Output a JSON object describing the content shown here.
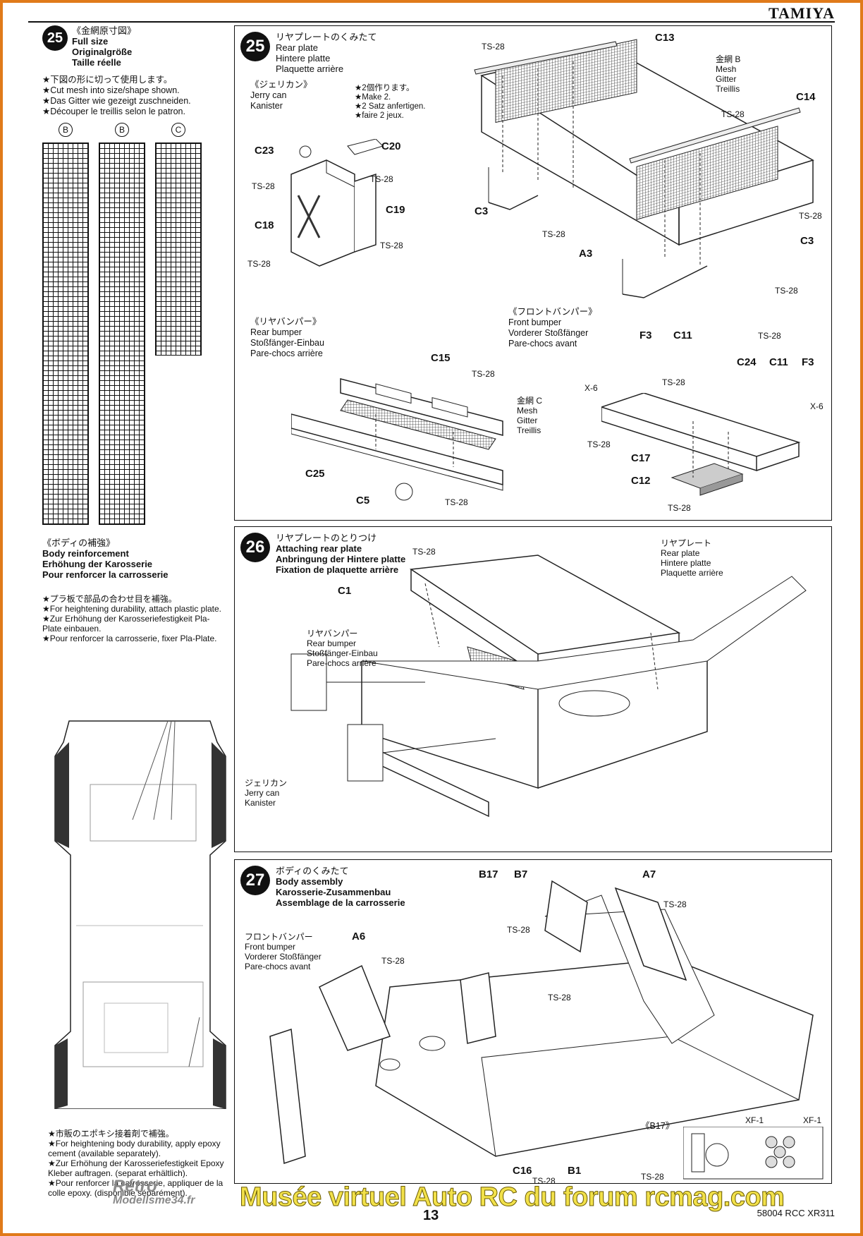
{
  "brand": "TAMIYA",
  "page_number": "13",
  "model_code": "58004 RCC XR311",
  "watermark": {
    "site_top": "Rétro",
    "site_bottom": "Modelisme34.fr",
    "url_text": "Musée virtuel Auto RC du forum rcmag.com"
  },
  "left_col": {
    "step": "25",
    "titles": [
      "《金網原寸図》",
      "Full size",
      "Originalgröße",
      "Taille réelle"
    ],
    "notes": [
      "★下図の形に切って使用します。",
      "★Cut mesh into size/shape shown.",
      "★Das Gitter wie gezeigt zuschneiden.",
      "★Découper le treillis selon le patron."
    ],
    "mesh_letters": [
      "B",
      "B",
      "C"
    ],
    "body_title": [
      "《ボディの補強》",
      "Body reinforcement",
      "Erhöhung der Karosserie",
      "Pour renforcer la carrosserie"
    ],
    "body_notes": [
      "★プラ板で部品の合わせ目を補強。",
      "★For heightening durability, attach plastic plate.",
      "★Zur Erhöhung der Karosseriefestigkeit Pla-Plate einbauen.",
      "★Pour renforcer la carrosserie, fixer Pla-Plate."
    ],
    "epoxy_notes": [
      "★市販のエポキシ接着剤で補強。",
      "★For heightening body durability, apply epoxy cement (available separately).",
      "★Zur Erhöhung der Karosseriefestigkeit Epoxy Kleber auftragen. (separat erhältlich).",
      "★Pour renforcer la carrosserie, appliquer de la colle epoxy. (disponible séparément)."
    ]
  },
  "step25": {
    "step": "25",
    "titles": [
      "リヤプレートのくみたて",
      "Rear plate",
      "Hintere platte",
      "Plaquette arrière"
    ],
    "jerry_title": [
      "《ジェリカン》",
      "Jerry can",
      "Kanister"
    ],
    "make_note": [
      "★2個作ります。",
      "★Make 2.",
      "★2 Satz anfertigen.",
      "★faire 2 jeux."
    ],
    "rear_bumper_title": [
      "《リヤバンパー》",
      "Rear bumper",
      "Stoßfänger-Einbau",
      "Pare-chocs arrière"
    ],
    "front_bumper_title": [
      "《フロントバンパー》",
      "Front bumper",
      "Vorderer Stoßfänger",
      "Pare-chocs avant"
    ],
    "mesh_b": [
      "金網 B",
      "Mesh",
      "Gitter",
      "Treillis"
    ],
    "mesh_c": [
      "金網 C",
      "Mesh",
      "Gitter",
      "Treillis"
    ],
    "parts": {
      "c13": "C13",
      "c14": "C14",
      "c3a": "C3",
      "c3b": "C3",
      "a3": "A3",
      "c23": "C23",
      "c20": "C20",
      "c19": "C19",
      "c18": "C18",
      "c15": "C15",
      "c25": "C25",
      "c5": "C5",
      "f3a": "F3",
      "c11a": "C11",
      "c24": "C24",
      "c11b": "C11",
      "f3b": "F3",
      "c17": "C17",
      "c12": "C12",
      "x6a": "X-6",
      "x6b": "X-6"
    },
    "screw": "TS-28"
  },
  "step26": {
    "step": "26",
    "titles": [
      "リヤプレートのとりつけ",
      "Attaching rear plate",
      "Anbringung der Hintere platte",
      "Fixation de plaquette arrière"
    ],
    "rear_plate": [
      "リヤプレート",
      "Rear plate",
      "Hintere platte",
      "Plaquette arrière"
    ],
    "rear_bumper": [
      "リヤバンパー",
      "Rear bumper",
      "Stoßfänger-Einbau",
      "Pare-chocs arrière"
    ],
    "jerry": [
      "ジェリカン",
      "Jerry can",
      "Kanister"
    ],
    "c1": "C1",
    "screw": "TS-28"
  },
  "step27": {
    "step": "27",
    "titles": [
      "ボディのくみたて",
      "Body assembly",
      "Karosserie-Zusammenbau",
      "Assemblage de la carrosserie"
    ],
    "front_bumper": [
      "フロントバンパー",
      "Front bumper",
      "Vorderer Stoßfänger",
      "Pare-chocs avant"
    ],
    "parts": {
      "b17": "B17",
      "b7": "B7",
      "a7": "A7",
      "a6": "A6",
      "c16": "C16",
      "b1": "B1"
    },
    "inset_title": "《B17》",
    "xf1": "XF-1",
    "screw": "TS-28"
  }
}
